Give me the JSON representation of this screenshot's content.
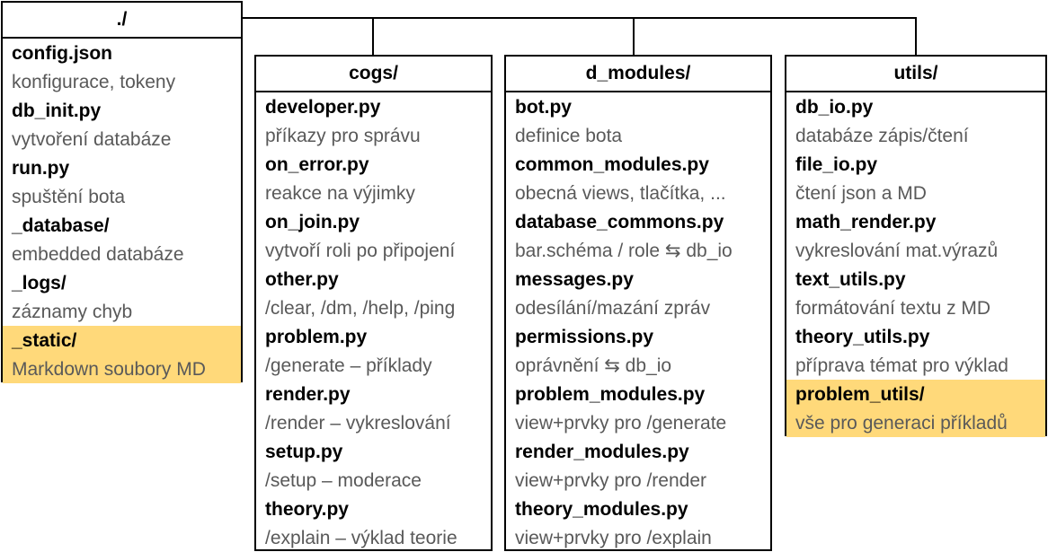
{
  "root": {
    "title": "./",
    "entries": [
      {
        "name": "config.json",
        "desc": "konfigurace, tokeny"
      },
      {
        "name": "db_init.py",
        "desc": "vytvoření databáze"
      },
      {
        "name": "run.py",
        "desc": "spuštění bota"
      },
      {
        "name": "_database/",
        "desc": "embedded databáze"
      },
      {
        "name": "_logs/",
        "desc": "záznamy chyb"
      },
      {
        "name": "_static/",
        "desc": "Markdown soubory MD"
      }
    ]
  },
  "cogs": {
    "title": "cogs/",
    "entries": [
      {
        "name": "developer.py",
        "desc": "příkazy pro správu"
      },
      {
        "name": "on_error.py",
        "desc": "reakce na výjimky"
      },
      {
        "name": "on_join.py",
        "desc": "vytvoří roli po připojení"
      },
      {
        "name": "other.py",
        "desc": "/clear, /dm, /help, /ping"
      },
      {
        "name": "problem.py",
        "desc": "/generate – příklady"
      },
      {
        "name": "render.py",
        "desc": "/render – vykreslování"
      },
      {
        "name": "setup.py",
        "desc": "/setup – moderace"
      },
      {
        "name": "theory.py",
        "desc": "/explain – výklad teorie"
      }
    ]
  },
  "d_modules": {
    "title": "d_modules/",
    "entries": [
      {
        "name": "bot.py",
        "desc": "definice bota"
      },
      {
        "name": "common_modules.py",
        "desc": "obecná views, tlačítka, ..."
      },
      {
        "name": "database_commons.py",
        "desc": "bar.schéma / role ⇆ db_io"
      },
      {
        "name": "messages.py",
        "desc": "odesílání/mazání zpráv"
      },
      {
        "name": "permissions.py",
        "desc": "oprávnění ⇆ db_io"
      },
      {
        "name": "problem_modules.py",
        "desc": "view+prvky pro /generate"
      },
      {
        "name": "render_modules.py",
        "desc": "view+prvky pro /render"
      },
      {
        "name": "theory_modules.py",
        "desc": "view+prvky pro /explain"
      }
    ]
  },
  "utils": {
    "title": "utils/",
    "entries": [
      {
        "name": "db_io.py",
        "desc": "databáze zápis/čtení"
      },
      {
        "name": "file_io.py",
        "desc": "čtení json a MD"
      },
      {
        "name": "math_render.py",
        "desc": "vykreslování mat.výrazů"
      },
      {
        "name": "text_utils.py",
        "desc": "formátování textu z MD"
      },
      {
        "name": "theory_utils.py",
        "desc": "příprava témat pro výklad"
      },
      {
        "name": "problem_utils/",
        "desc": "vše pro generaci příkladů"
      }
    ]
  },
  "colors": {
    "border": "#000000",
    "highlight": "#ffd97a",
    "description_text": "#595959"
  }
}
